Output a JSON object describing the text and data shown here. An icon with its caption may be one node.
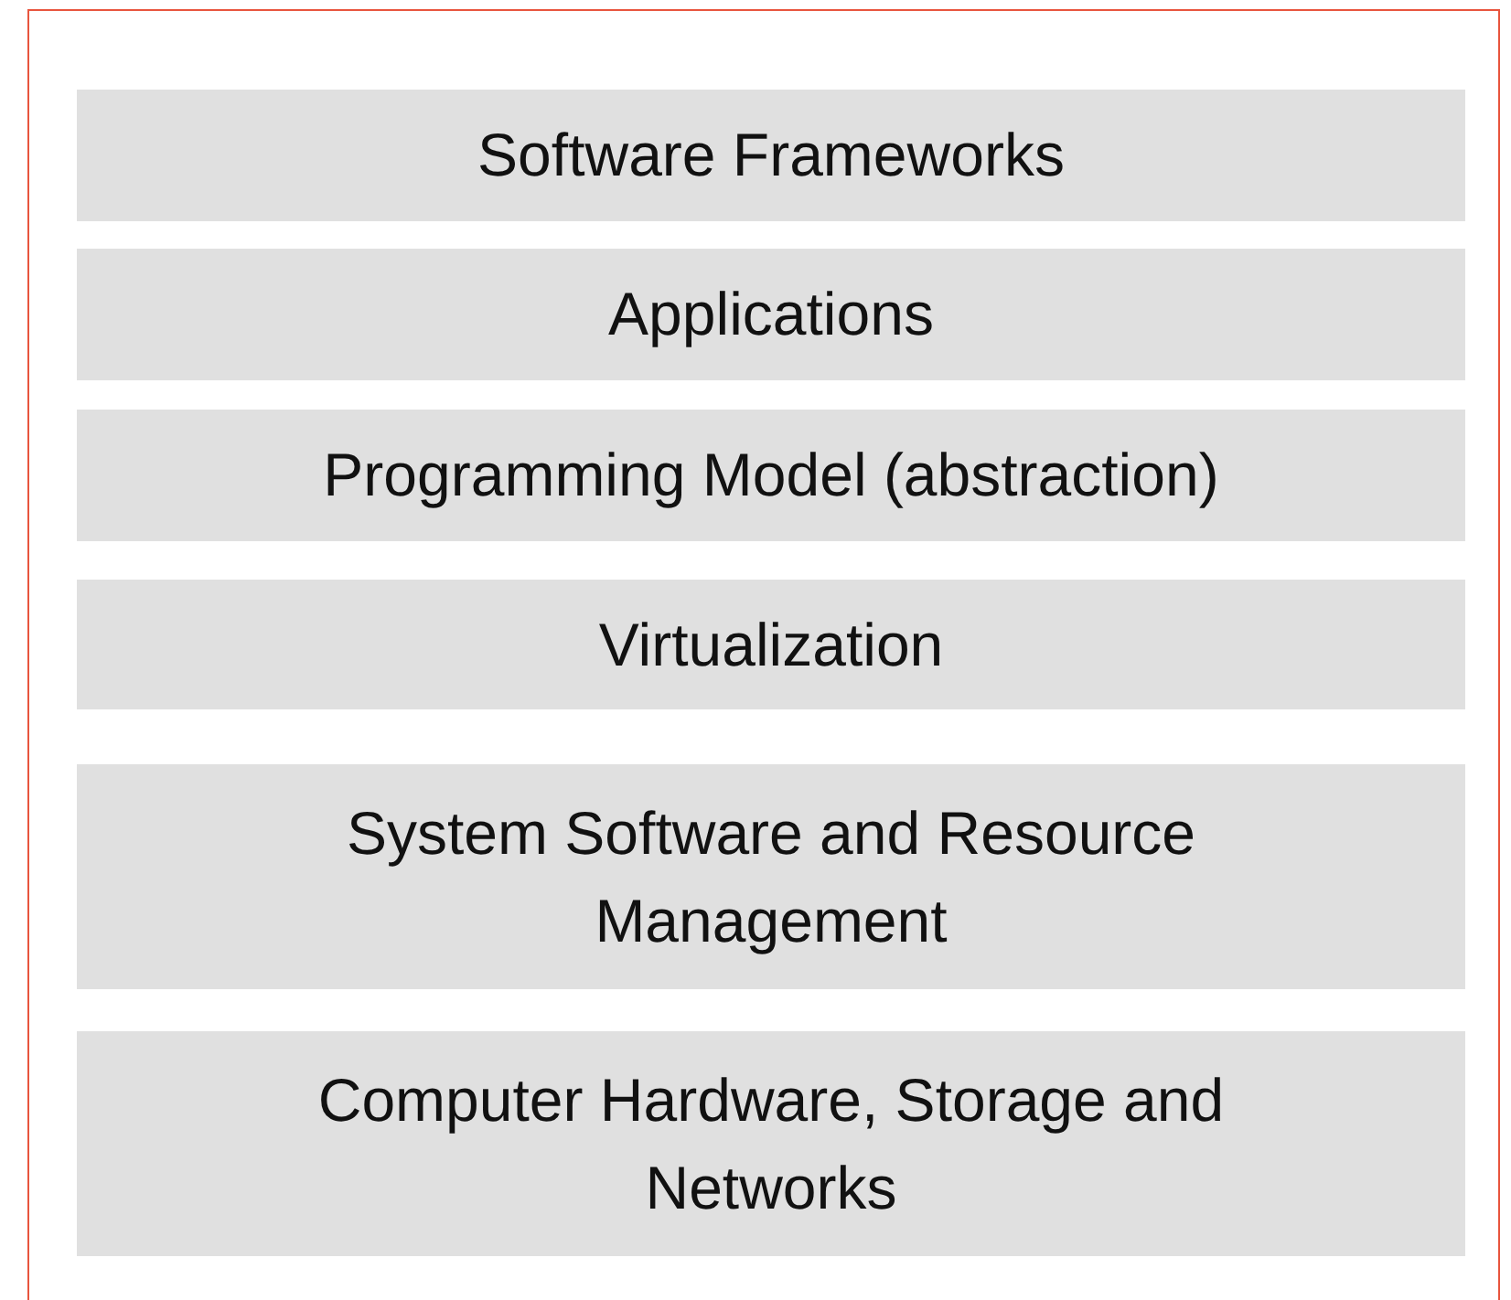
{
  "diagram": {
    "nodes": [
      {
        "text": [],
        "shape": "box"
      },
      {
        "text": [
          "Software Frameworks"
        ],
        "in": 0
      },
      {
        "text": [
          "Applications"
        ],
        "in": 0
      },
      {
        "text": [
          "Programming Model (abstraction)"
        ],
        "in": 0
      },
      {
        "text": [
          "Virtualization"
        ],
        "in": 0
      },
      {
        "text": [
          "System Software and Resource Management"
        ],
        "in": 0
      },
      {
        "text": [
          "Computer Hardware, Storage and Networks"
        ],
        "in": 0
      }
    ]
  }
}
